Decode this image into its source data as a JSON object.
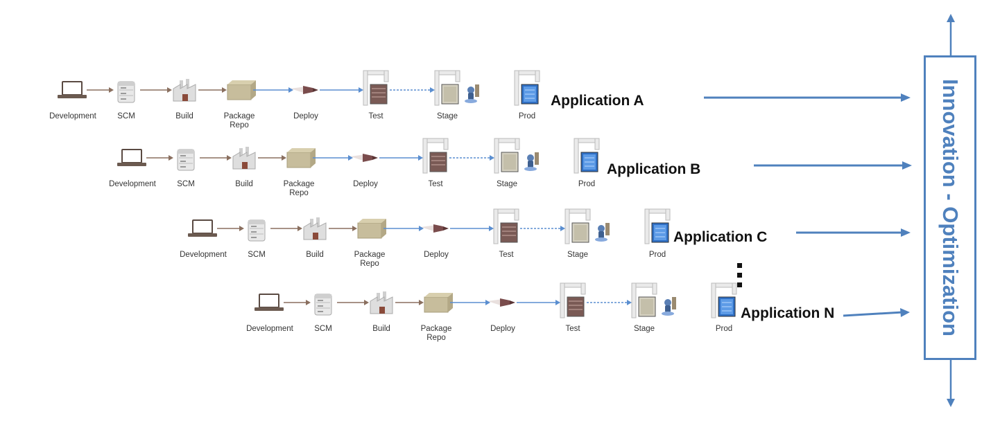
{
  "stages": [
    {
      "key": "development",
      "label": "Development",
      "icon": "laptop-icon"
    },
    {
      "key": "scm",
      "label": "SCM",
      "icon": "database-server-icon"
    },
    {
      "key": "build",
      "label": "Build",
      "icon": "factory-icon"
    },
    {
      "key": "package-repo",
      "label": "Package\nRepo",
      "icon": "package-box-icon"
    },
    {
      "key": "deploy",
      "label": "Deploy",
      "icon": "rocket-icon"
    },
    {
      "key": "test",
      "label": "Test",
      "icon": "test-server-icon"
    },
    {
      "key": "stage",
      "label": "Stage",
      "icon": "stage-server-icon"
    },
    {
      "key": "prod",
      "label": "Prod",
      "icon": "prod-server-icon"
    }
  ],
  "pipelines": [
    {
      "id": "a",
      "label": "Application A"
    },
    {
      "id": "b",
      "label": "Application B"
    },
    {
      "id": "c",
      "label": "Application C"
    },
    {
      "id": "n",
      "label": "Application N"
    }
  ],
  "side_label": "Innovation - Optimization",
  "colors": {
    "accent": "#4f81bd",
    "connector_brown": "#8a6f5f",
    "connector_blue": "#5a8ed0"
  }
}
